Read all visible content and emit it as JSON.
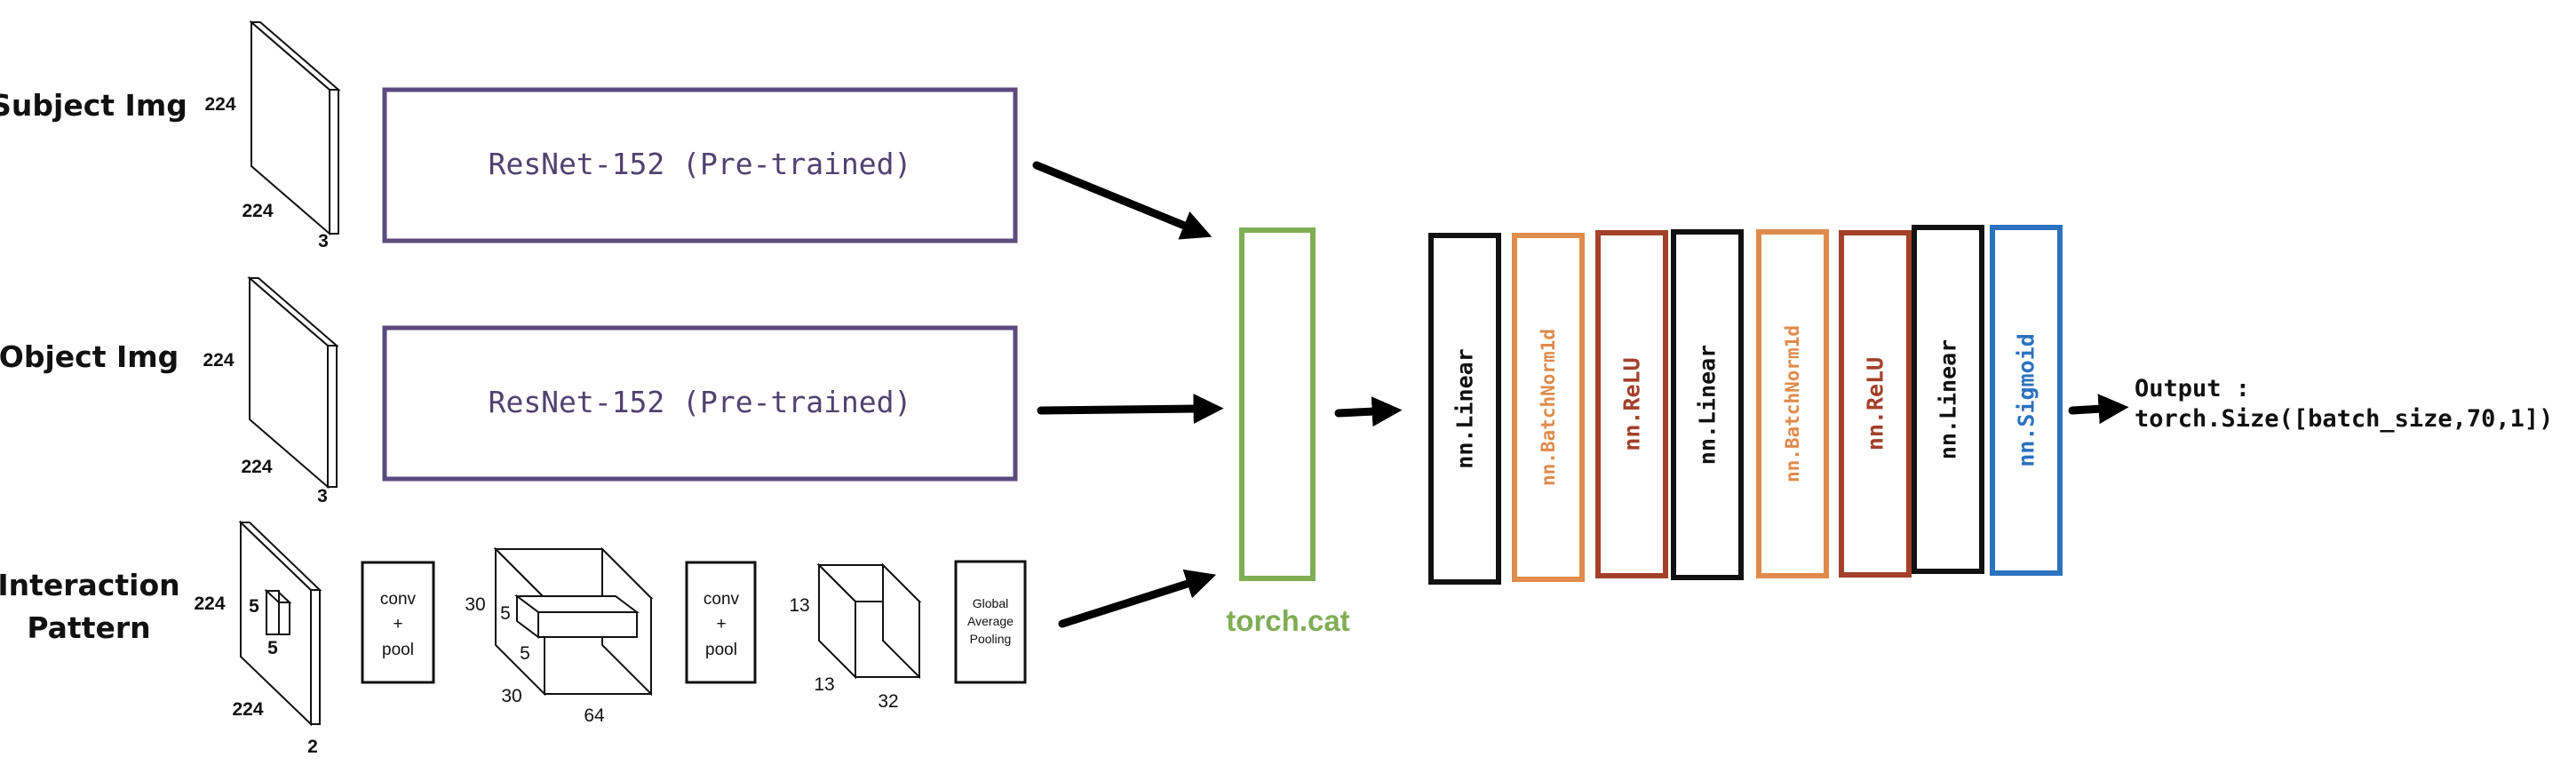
{
  "colors": {
    "resnet_border": "#5b4a7e",
    "resnet_text": "#4f4270",
    "concat": "#7fae55",
    "linear": "#111111",
    "batchnorm": "#e08a4b",
    "relu": "#a3402a",
    "sigmoid": "#2b72bf",
    "arrow": "#000000"
  },
  "inputs": {
    "subject": {
      "label": "Subject Img",
      "height": "224",
      "width": "224",
      "channels": "3"
    },
    "object": {
      "label": "Object Img",
      "height": "224",
      "width": "224",
      "channels": "3"
    },
    "interaction": {
      "label_line1": "Interaction",
      "label_line2": "Pattern",
      "height": "224",
      "width": "224",
      "channels": "2",
      "kernel_h": "5",
      "kernel_w": "5"
    }
  },
  "backbones": {
    "subject_resnet": "ResNet-152 (Pre-trained)",
    "object_resnet": "ResNet-152 (Pre-trained)"
  },
  "conv_branch": {
    "convpool1_line1": "conv",
    "convpool1_line2": "+",
    "convpool1_line3": "pool",
    "fmap1": {
      "height": "30",
      "width": "30",
      "depth": "64",
      "kernel_h": "5",
      "kernel_w": "5"
    },
    "convpool2_line1": "conv",
    "convpool2_line2": "+",
    "convpool2_line3": "pool",
    "fmap2": {
      "height": "13",
      "width": "13",
      "depth": "32"
    },
    "gap_line1": "Global",
    "gap_line2": "Average",
    "gap_line3": "Pooling"
  },
  "concat_label": "torch.cat",
  "head_layers": [
    {
      "label": "nn.Linear",
      "kind": "linear"
    },
    {
      "label": "nn.BatchNorm1d",
      "kind": "batchnorm"
    },
    {
      "label": "nn.ReLU",
      "kind": "relu"
    },
    {
      "label": "nn.Linear",
      "kind": "linear"
    },
    {
      "label": "nn.BatchNorm1d",
      "kind": "batchnorm"
    },
    {
      "label": "nn.ReLU",
      "kind": "relu"
    },
    {
      "label": "nn.Linear",
      "kind": "linear"
    },
    {
      "label": "nn.Sigmoid",
      "kind": "sigmoid"
    }
  ],
  "output": {
    "line1": "Output :",
    "line2": "torch.Size([batch_size,70,1])"
  }
}
